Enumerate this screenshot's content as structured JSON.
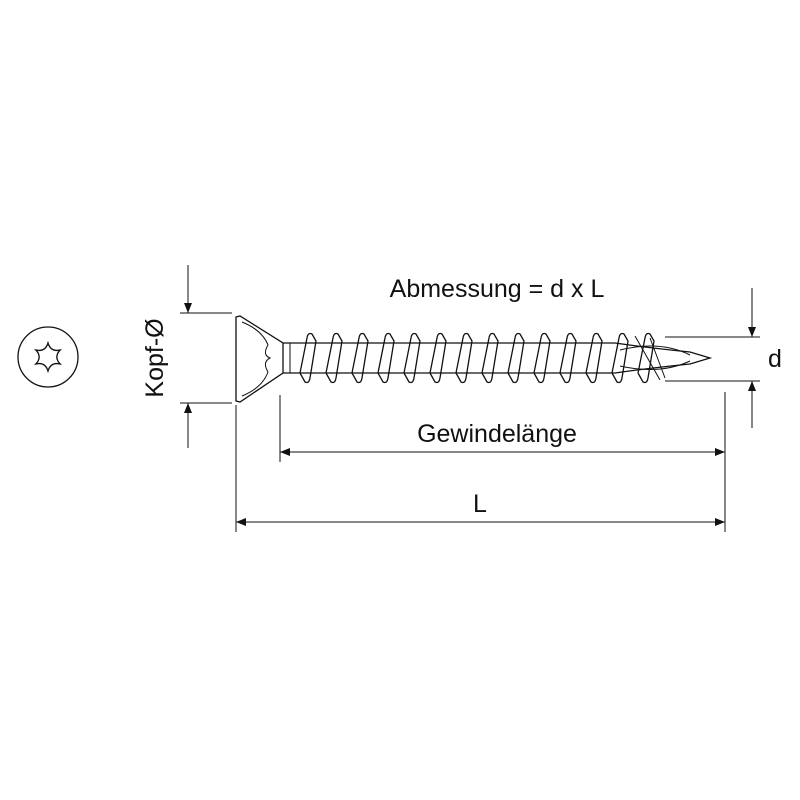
{
  "labels": {
    "dimension_formula": "Abmessung = d x L",
    "head_diameter": "Kopf-Ø",
    "thread_length": "Gewindelänge",
    "length": "L",
    "diameter": "d"
  },
  "icons": {
    "head_drive": "torx-star-icon"
  }
}
